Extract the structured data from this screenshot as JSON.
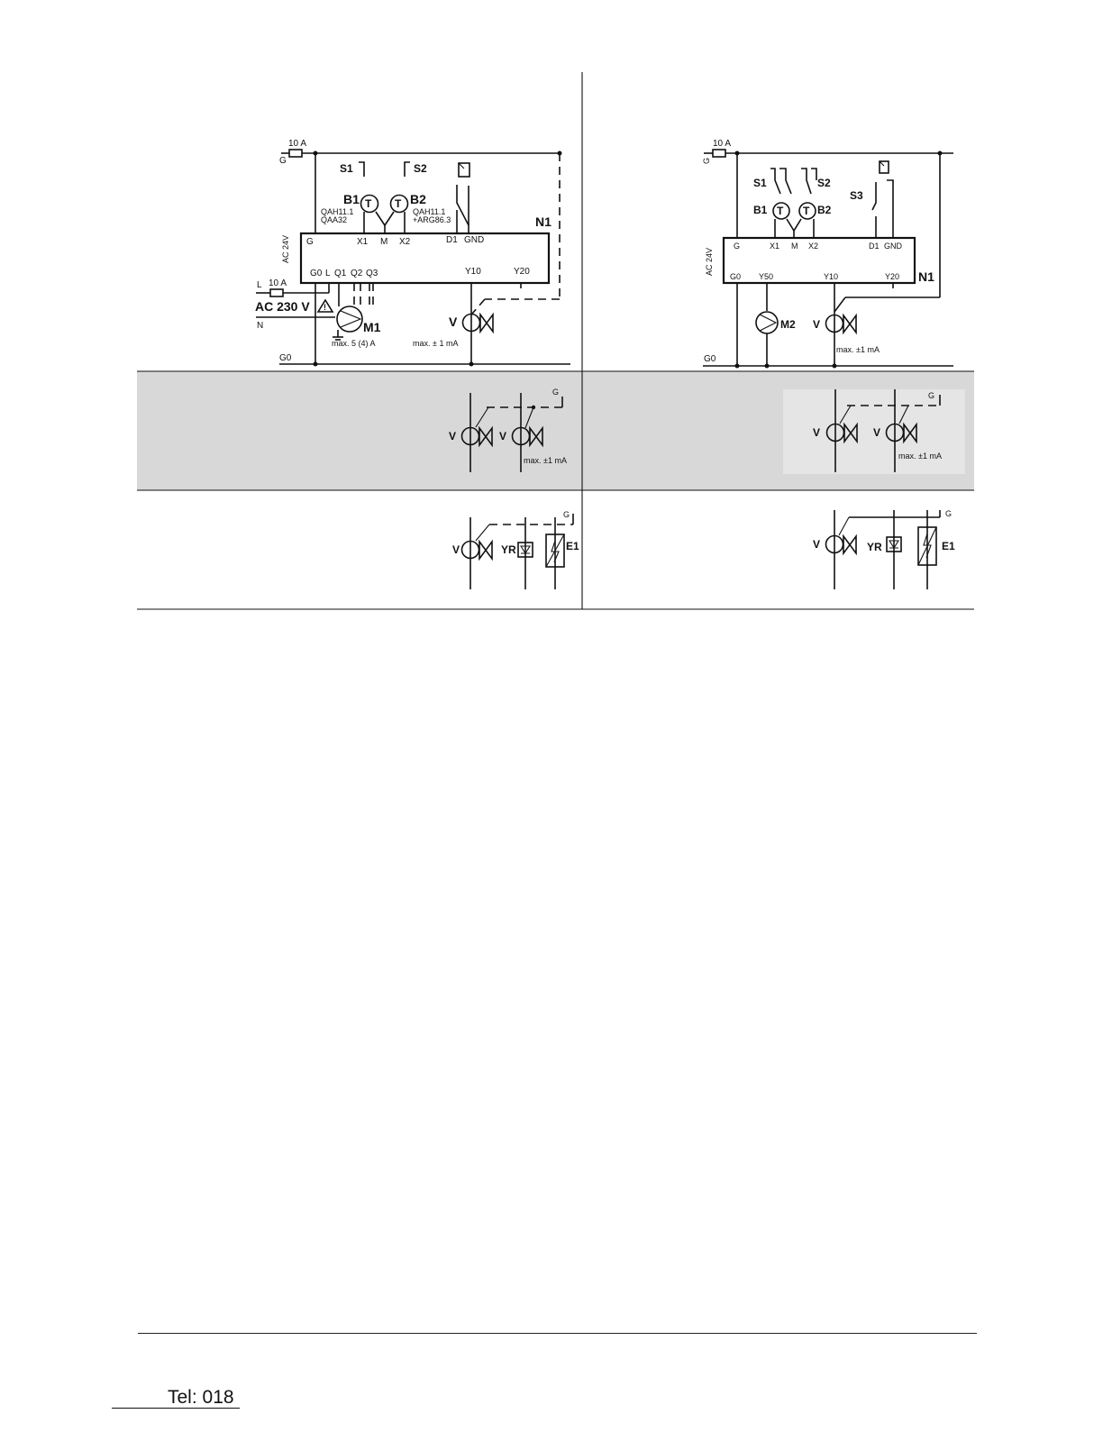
{
  "diagram_left": {
    "fuse_g": "10 A",
    "g_label": "G",
    "s1": "S1",
    "s2": "S2",
    "b1": "B1",
    "b2": "B2",
    "t_symbol": "T",
    "sensor1_line1": "QAH11.1",
    "sensor1_line2": "QAA32",
    "sensor2_line1": "QAH11.1",
    "sensor2_line2": "+ARG86.3",
    "n1": "N1",
    "ac24v": "AC 24V",
    "term_g": "G",
    "term_x1": "X1",
    "term_m": "M",
    "term_x2": "X2",
    "term_d1": "D1",
    "term_gnd": "GND",
    "term_g0": "G0",
    "term_l": "L",
    "term_q1": "Q1",
    "term_q2": "Q2",
    "term_q3": "Q3",
    "term_y10": "Y10",
    "term_y20": "Y20",
    "l_label": "L",
    "fuse_l": "10 A",
    "ac230v": "AC 230 V",
    "n_label": "N",
    "m1": "M1",
    "m1_rating": "max. 5 (4) A",
    "v_label": "V",
    "valve_rating": "max. ± 1 mA",
    "g0_bottom": "G0"
  },
  "diagram_right": {
    "fuse_g": "10 A",
    "g_label": "G",
    "s1": "S1",
    "s2": "S2",
    "s3": "S3",
    "b1": "B1",
    "b2": "B2",
    "t_symbol": "T",
    "n1": "N1",
    "ac24v": "AC 24V",
    "term_g": "G",
    "term_x1": "X1",
    "term_m": "M",
    "term_x2": "X2",
    "term_d1": "D1",
    "term_gnd": "GND",
    "term_g0": "G0",
    "term_y50": "Y50",
    "term_y10": "Y10",
    "term_y20": "Y20",
    "m2": "M2",
    "v_label": "V",
    "valve_rating": "max. ±1 mA",
    "g0_bottom": "G0"
  },
  "variant_row2_left": {
    "v1": "V",
    "v2": "V",
    "g_label": "G",
    "rating": "max. ±1 mA"
  },
  "variant_row2_right": {
    "v1": "V",
    "v2": "V",
    "g_label": "G",
    "rating": "max. ±1 mA"
  },
  "variant_row3_left": {
    "v": "V",
    "yr": "YR",
    "e1": "E1",
    "g_label": "G"
  },
  "variant_row3_right": {
    "v": "V",
    "yr": "YR",
    "e1": "E1",
    "g_label": "G"
  },
  "footer": {
    "tel": "Tel: 018"
  },
  "colors": {
    "row_shading": "#d8d8d8",
    "line": "#111111"
  }
}
